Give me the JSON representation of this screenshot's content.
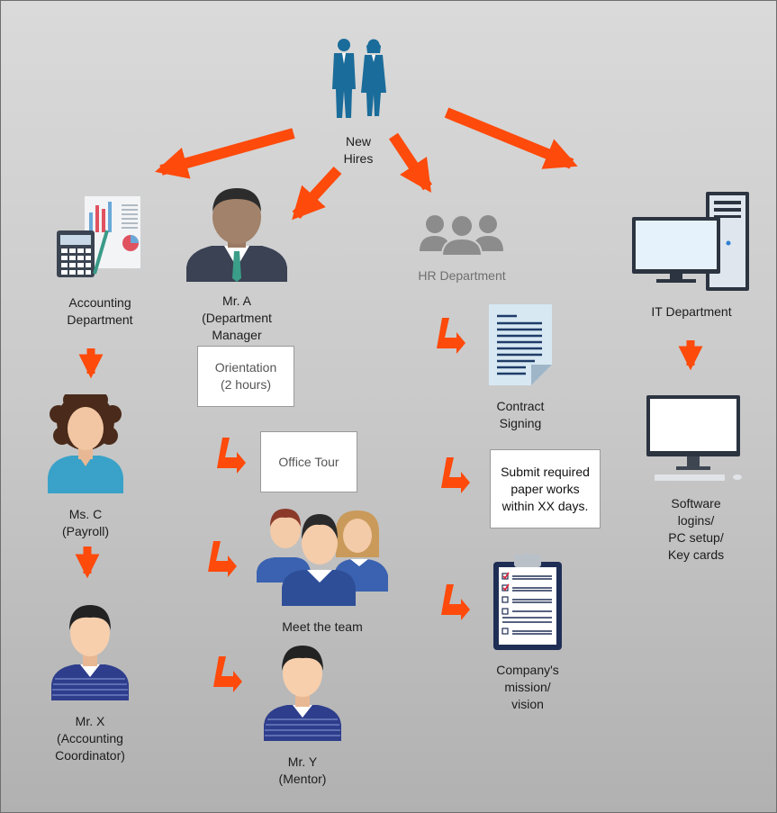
{
  "colors": {
    "arrow": "#fe4a0b",
    "background_top": "#dadada",
    "background_bottom": "#b1b1b1"
  },
  "nodes": {
    "new_hires": "New\nHires",
    "accounting": "Accounting\nDepartment",
    "mr_a": "Mr. A\n(Department\nManager",
    "hr": "HR Department",
    "it": "IT Department",
    "ms_c": "Ms. C\n(Payroll)",
    "mr_x": "Mr. X\n(Accounting\nCoordinator)",
    "meet_team": "Meet the team",
    "mr_y": "Mr. Y\n(Mentor)",
    "contract": "Contract\nSigning",
    "mission": "Company's\nmission/\nvision",
    "software": "Software\nlogins/\nPC setup/\nKey cards"
  },
  "boxes": {
    "orientation": "Orientation\n(2 hours)",
    "office_tour": "Office Tour",
    "submit": "Submit required\npaper works\nwithin XX days."
  },
  "icons": {
    "new_hires": "business-people-icon",
    "accounting": "calculator-report-icon",
    "mr_a": "manager-avatar-icon",
    "hr": "people-group-icon",
    "it": "desktop-computer-icon",
    "ms_c": "woman-avatar-icon",
    "mr_x": "man-avatar-icon",
    "meet_team": "team-group-icon",
    "mr_y": "mentor-avatar-icon",
    "contract": "contract-document-icon",
    "mission": "clipboard-checklist-icon",
    "software": "monitor-keyboard-icon"
  }
}
